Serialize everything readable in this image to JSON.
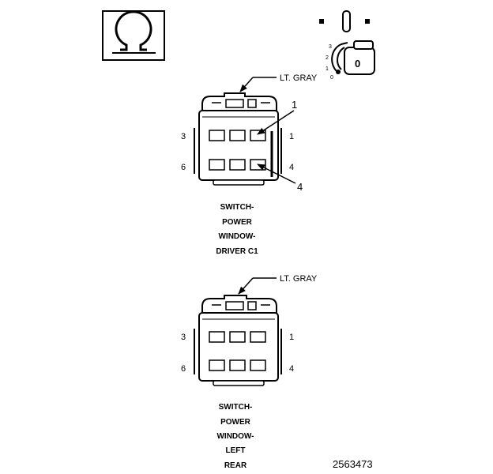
{
  "ohm_symbol": "Ω",
  "ignition": {
    "key_label": "0",
    "positions": [
      "3",
      "2",
      "1",
      "0"
    ]
  },
  "connector_1": {
    "color_label": "LT. GRAY",
    "pin_callout_top": "1",
    "pin_callout_bottom": "4",
    "left_top": "3",
    "left_bottom": "6",
    "right_top": "1",
    "right_bottom": "4",
    "caption": [
      "SWITCH-",
      "POWER",
      "WINDOW-",
      "DRIVER C1"
    ]
  },
  "connector_2": {
    "color_label": "LT. GRAY",
    "left_top": "3",
    "left_bottom": "6",
    "right_top": "1",
    "right_bottom": "4",
    "caption": [
      "SWITCH-",
      "POWER",
      "WINDOW-",
      "LEFT",
      "REAR"
    ]
  },
  "figure_number": "2563473"
}
